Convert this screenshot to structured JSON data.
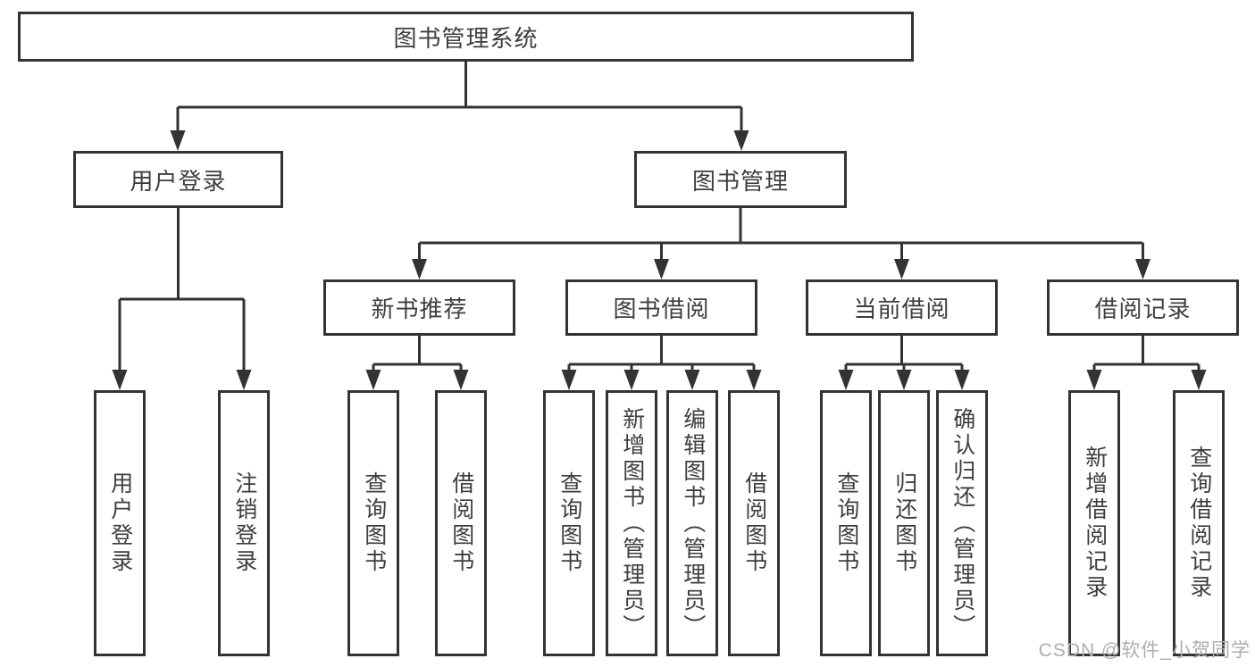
{
  "diagram": {
    "root": "图书管理系统",
    "branches": [
      {
        "label": "用户登录",
        "children": [
          "用户登录",
          "注销登录"
        ]
      },
      {
        "label": "图书管理",
        "sections": [
          {
            "label": "新书推荐",
            "children": [
              "查询图书",
              "借阅图书"
            ]
          },
          {
            "label": "图书借阅",
            "children": [
              "查询图书",
              "新增图书（管理员）",
              "编辑图书（管理员）",
              "借阅图书"
            ]
          },
          {
            "label": "当前借阅",
            "children": [
              "查询图书",
              "归还图书",
              "确认归还（管理员）"
            ]
          },
          {
            "label": "借阅记录",
            "children": [
              "新增借阅记录",
              "查询借阅记录"
            ]
          }
        ]
      }
    ],
    "watermark": "CSDN @软件_小贺同学",
    "colors": {
      "line": "#333333",
      "text": "#3e3e3e",
      "watermark": "#adadb2",
      "background": "#ffffff"
    }
  }
}
